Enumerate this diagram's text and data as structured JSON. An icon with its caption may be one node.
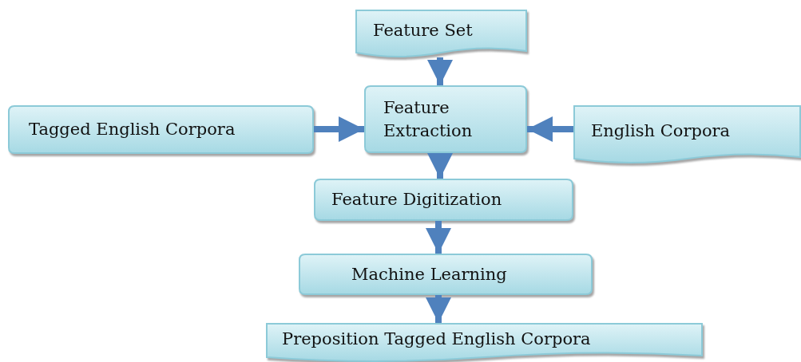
{
  "diagram": {
    "nodes": [
      {
        "text": [
          "Feature Set"
        ]
      },
      {
        "text": [
          "Feature Extraction"
        ]
      },
      {
        "text": [
          "Tagged English Corpora"
        ]
      },
      {
        "text": [
          "English Corpora"
        ]
      },
      {
        "text": [
          "Feature Digitization"
        ]
      },
      {
        "text": [
          "Machine Learning"
        ]
      },
      {
        "text": [
          "Preposition Tagged English Corpora"
        ]
      }
    ],
    "edges": [
      {
        "from": 0,
        "to": 1,
        "arrow": "to"
      },
      {
        "from": 2,
        "to": 1,
        "arrow": "to"
      },
      {
        "from": 3,
        "to": 1,
        "arrow": "to"
      },
      {
        "from": 1,
        "to": 4,
        "arrow": "to"
      },
      {
        "from": 4,
        "to": 5,
        "arrow": "to"
      },
      {
        "from": 5,
        "to": 6,
        "arrow": "to"
      }
    ]
  }
}
